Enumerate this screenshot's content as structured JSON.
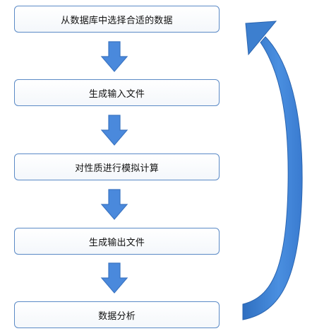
{
  "steps": [
    "从数据库中选择合适的数据",
    "生成输入文件",
    "对性质进行模拟计算",
    "生成输出文件",
    "数据分析"
  ],
  "colors": {
    "box_border": "#5b8ac6",
    "arrow_fill": "#4a89dc",
    "arrow_stroke": "#3a74c2",
    "loop_fill": "#3d7fcf",
    "text": "#111111"
  },
  "icons": {
    "flow_arrow": "arrow-down",
    "loop_arrow": "curved-arrow-return"
  }
}
